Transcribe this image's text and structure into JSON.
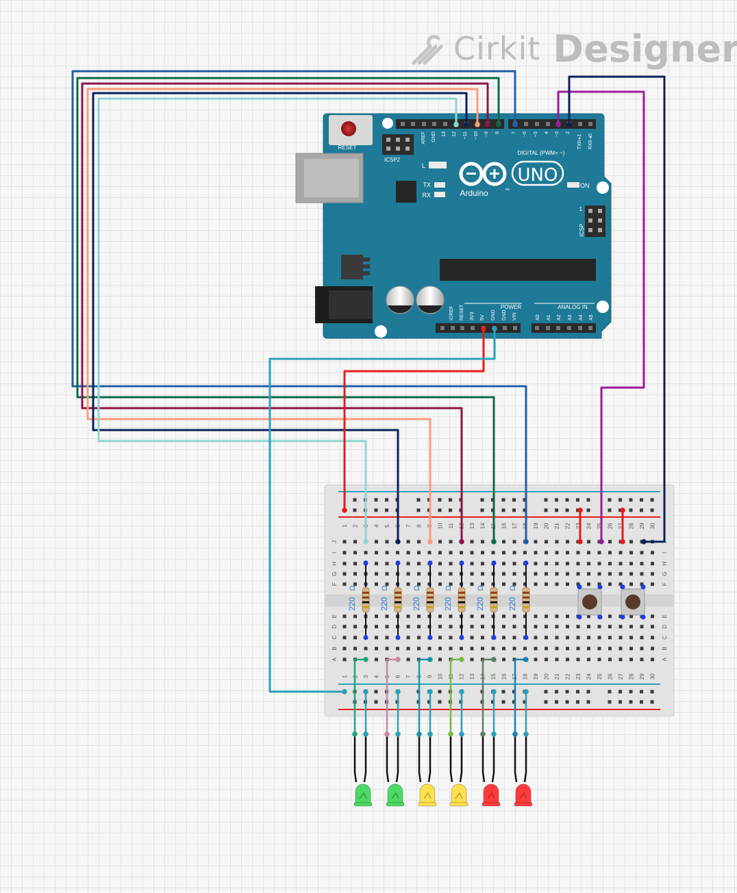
{
  "brand": {
    "name_part1": "Cirkit",
    "name_part2": "Designer"
  },
  "arduino": {
    "reset_label": "RESET",
    "icsp2_label": "ICSP2",
    "icsp_label": "ICSP",
    "icsp_pin1": "1",
    "model": "UNO",
    "maker": "Arduino",
    "tm": "™",
    "l_label": "L",
    "tx_label": "TX",
    "rx_label": "RX",
    "on_label": "ON",
    "digital_label": "DIGITAL (PWM= ~)",
    "power_label": "POWER",
    "analog_label": "ANALOG IN",
    "tx0_label": "TX0 ▸1",
    "rx0_label": "RX0 ◂0",
    "digital_pins": [
      "AREF",
      "GND",
      "13",
      "12",
      "~11",
      "~10",
      "~9",
      "8",
      "7",
      "~6",
      "~5",
      "4",
      "~3",
      "2"
    ],
    "power_pins": [
      "IOREF",
      "RESET",
      "3V3",
      "5V",
      "GND",
      "GND",
      "VIN"
    ],
    "analog_pins": [
      "A0",
      "A1",
      "A2",
      "A3",
      "A4",
      "A5"
    ]
  },
  "breadboard": {
    "column_numbers": [
      "1",
      "2",
      "3",
      "4",
      "5",
      "6",
      "7",
      "8",
      "9",
      "10",
      "11",
      "12",
      "13",
      "14",
      "15",
      "16",
      "17",
      "18",
      "19",
      "20",
      "21",
      "22",
      "23",
      "24",
      "25",
      "26",
      "27",
      "28",
      "29",
      "30"
    ],
    "row_letters_top": [
      "J",
      "I",
      "H",
      "G",
      "F"
    ],
    "row_letters_bottom": [
      "E",
      "D",
      "C",
      "B",
      "A"
    ]
  },
  "resistors": [
    {
      "value": "220",
      "unit": "Ω"
    },
    {
      "value": "220",
      "unit": "Ω"
    },
    {
      "value": "220",
      "unit": "Ω"
    },
    {
      "value": "220",
      "unit": "Ω"
    },
    {
      "value": "220",
      "unit": "Ω"
    },
    {
      "value": "220",
      "unit": "Ω"
    }
  ],
  "leds": [
    {
      "color": "#4cd964"
    },
    {
      "color": "#4cd964"
    },
    {
      "color": "#ffe14d"
    },
    {
      "color": "#ffe14d"
    },
    {
      "color": "#ff3b3b"
    },
    {
      "color": "#ff3b3b"
    }
  ],
  "buttons": [
    {
      "name": "pushbutton-1"
    },
    {
      "name": "pushbutton-2"
    }
  ],
  "wire_colors": {
    "blue": "#1f5fa8",
    "dark_green": "#0b6b46",
    "maroon": "#8e1445",
    "salmon": "#ff9a78",
    "navy": "#0a1f5c",
    "light_teal": "#8ed6d0",
    "red": "#e61b1b",
    "teal": "#2aa0bc",
    "purple": "#9c1a9c"
  }
}
